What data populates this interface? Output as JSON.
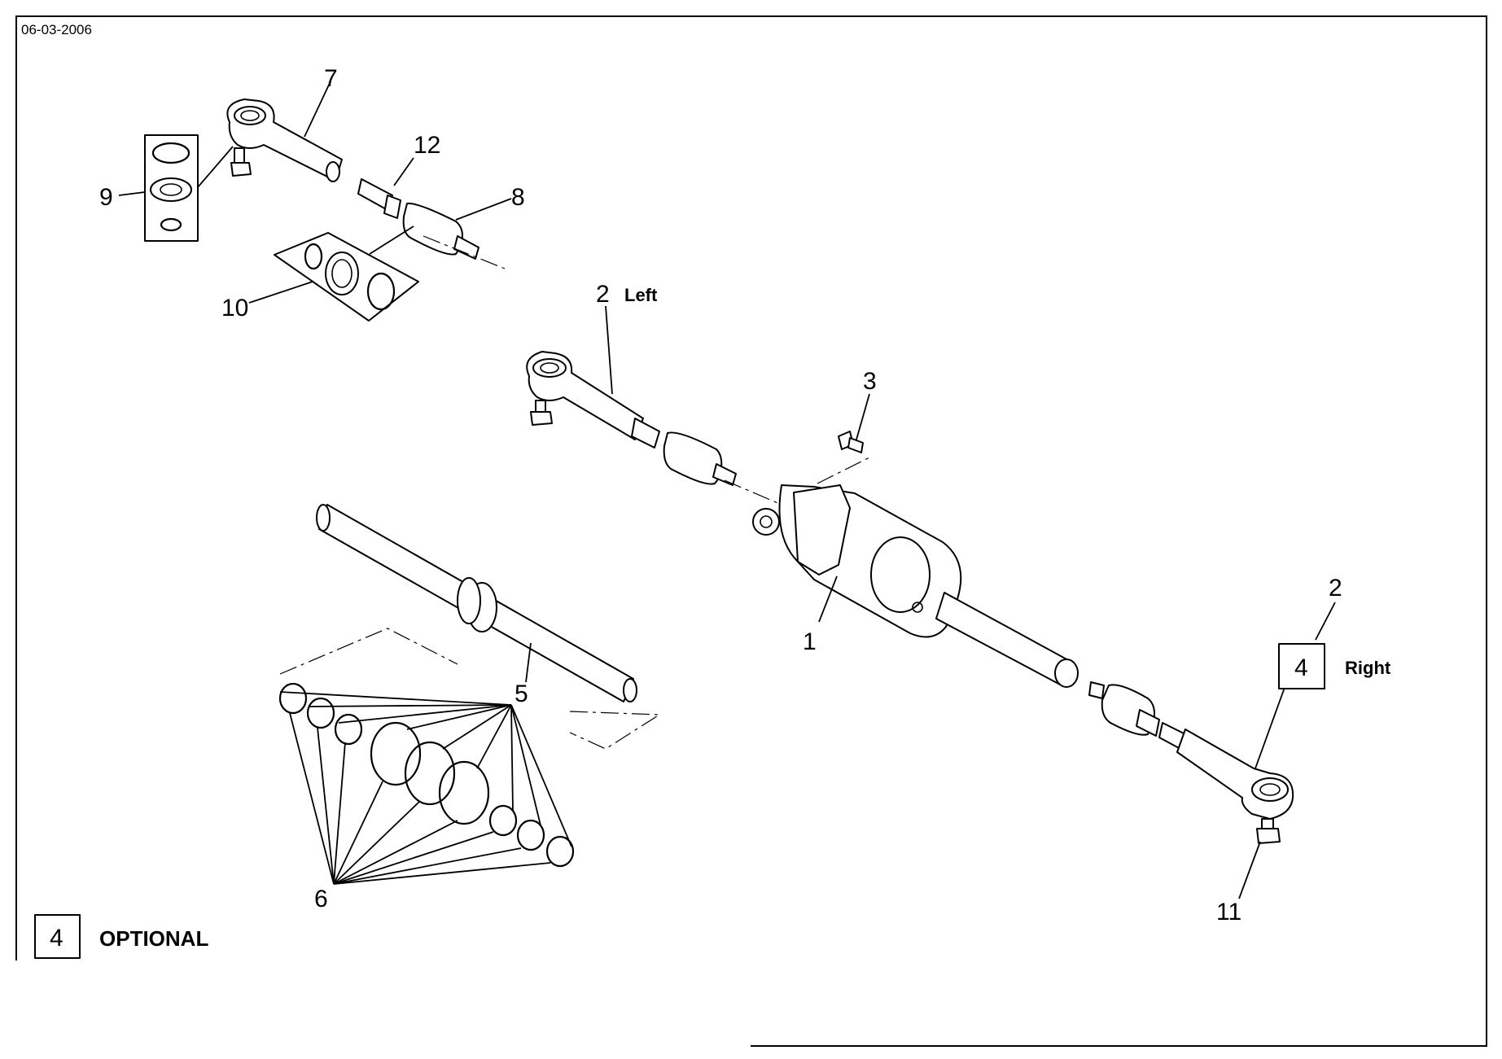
{
  "header": {
    "date": "06-03-2006"
  },
  "callouts": {
    "c1": "1",
    "c2_left": "2",
    "c2_left_note": "Left",
    "c2_right": "2",
    "c2_right_note": "Right",
    "c3": "3",
    "c4_right": "4",
    "c5": "5",
    "c6": "6",
    "c7": "7",
    "c8": "8",
    "c9": "9",
    "c10": "10",
    "c11": "11",
    "c12": "12"
  },
  "legend": {
    "symbol": "4",
    "text": "OPTIONAL"
  }
}
